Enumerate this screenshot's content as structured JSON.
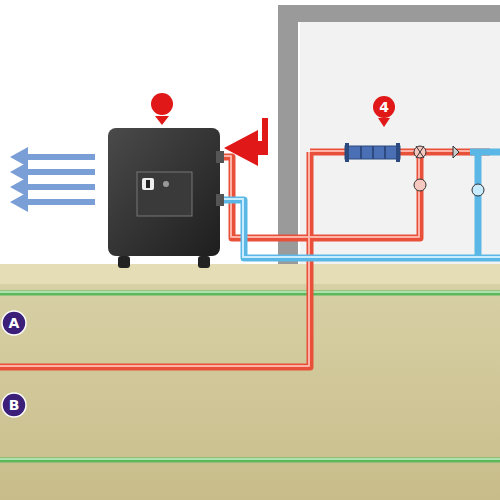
{
  "diagram": {
    "labels": [
      "4",
      "A",
      "B"
    ]
  }
}
